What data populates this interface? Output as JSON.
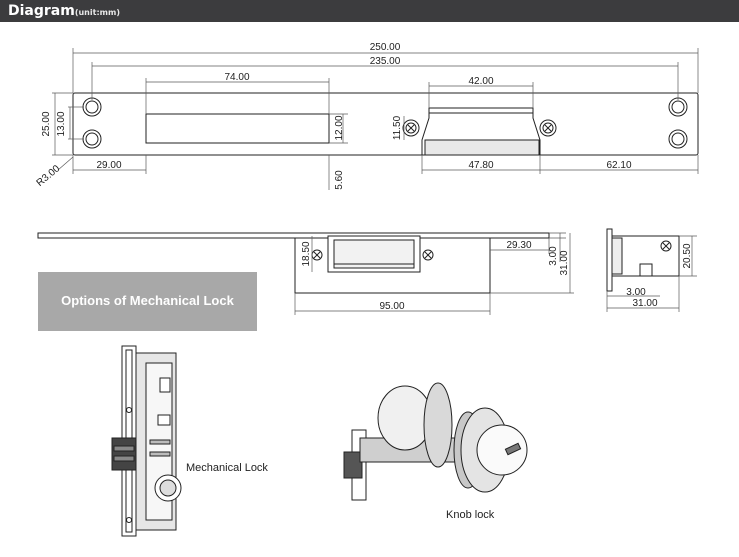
{
  "header": {
    "title": "Diagram",
    "unit": "(unit:mm)"
  },
  "dimensions": {
    "overall_length": "250.00",
    "hole_spacing": "235.00",
    "slot_length": "74.00",
    "keeper_top_width": "42.00",
    "plate_height": "25.00",
    "hole_vertical_spacing": "13.00",
    "slot_height": "12.00",
    "keeper_height": "11.50",
    "corner_radius": "R3.00",
    "slot_offset": "29.00",
    "slot_hole_diameter": "5.60",
    "keeper_bottom_width": "47.80",
    "keeper_offset": "62.10",
    "side_body_height": "18.50",
    "side_lip": "29.30",
    "side_thickness": "3.00",
    "side_depth": "31.00",
    "side_body_length": "95.00",
    "end_height": "20.50",
    "end_thickness": "3.00",
    "end_depth": "31.00"
  },
  "options": {
    "title": "Options of Mechanical Lock"
  },
  "locks": {
    "mechanical_label": "Mechanical Lock",
    "knob_label": "Knob lock"
  },
  "colors": {
    "header_bg": "#3c3c3e",
    "options_bg": "#a8a8a8",
    "line": "#222222",
    "dim_line": "#5a5a5a"
  }
}
